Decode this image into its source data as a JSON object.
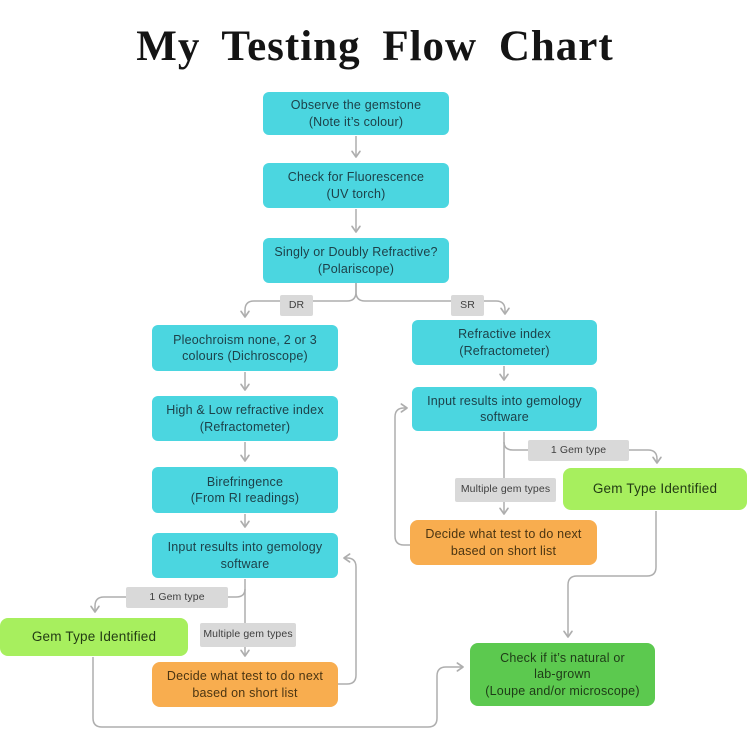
{
  "title": "My Testing Flow Chart",
  "colors": {
    "cyan_box": "#4bd6e0",
    "lime_box": "#a7ef5e",
    "green_box": "#5cc94f",
    "orange_box": "#f8ad4f",
    "label_gray": "#d9d9d9",
    "connector_line": "#aeaeae"
  },
  "nodes": {
    "observe": {
      "text": "Observe the gemstone\n(Note it’s colour)"
    },
    "fluorescence": {
      "text": "Check for Fluorescence\n(UV torch)"
    },
    "polariscope": {
      "text": "Singly or Doubly Refractive?\n(Polariscope)"
    },
    "pleochroism": {
      "text": "Pleochroism none, 2 or 3\ncolours (Dichroscope)"
    },
    "high_low_ri": {
      "text": "High & Low refractive index\n(Refractometer)"
    },
    "birefringence": {
      "text": "Birefringence\n(From RI readings)"
    },
    "input_results_left": {
      "text": "Input results into gemology\nsoftware"
    },
    "gem_identified_left": {
      "text": "Gem Type Identified"
    },
    "decide_next_left": {
      "text": "Decide what test to do next\nbased on short list"
    },
    "refractive_index": {
      "text": "Refractive index\n(Refractometer)"
    },
    "input_results_right": {
      "text": "Input results into gemology\nsoftware"
    },
    "gem_identified_right": {
      "text": "Gem Type Identified"
    },
    "decide_next_right": {
      "text": "Decide what test to do next\nbased on short list"
    },
    "check_natural": {
      "text": "Check if it’s natural or\nlab-grown\n(Loupe and/or microscope)"
    }
  },
  "edge_labels": {
    "dr": "DR",
    "sr": "SR",
    "one_gem_left": "1 Gem type",
    "multiple_left": "Multiple gem types",
    "one_gem_right": "1 Gem type",
    "multiple_right": "Multiple gem types"
  }
}
